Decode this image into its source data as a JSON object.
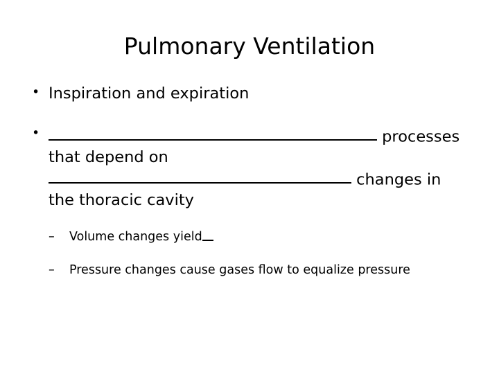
{
  "slide": {
    "title": "Pulmonary Ventilation",
    "background_color": "#ffffff",
    "text_color": "#000000",
    "bullet_glyph": "•",
    "sub_bullet_glyph": "–",
    "bullets": [
      {
        "level": 1,
        "text": "Inspiration and expiration"
      },
      {
        "level": 1,
        "blank_label_1": "",
        "text_after_blank_1": " processes",
        "line_2": "that depend on",
        "blank_label_2": "",
        "text_after_blank_2": " changes in",
        "line_4": "the thoracic cavity",
        "full_text": "____________________ processes that depend on ____________________ changes in the thoracic cavity"
      },
      {
        "level": 2,
        "text": "Volume changes yield",
        "trailing_blank": "_"
      },
      {
        "level": 2,
        "text": "Pressure changes cause gases flow to equalize pressure"
      }
    ]
  }
}
